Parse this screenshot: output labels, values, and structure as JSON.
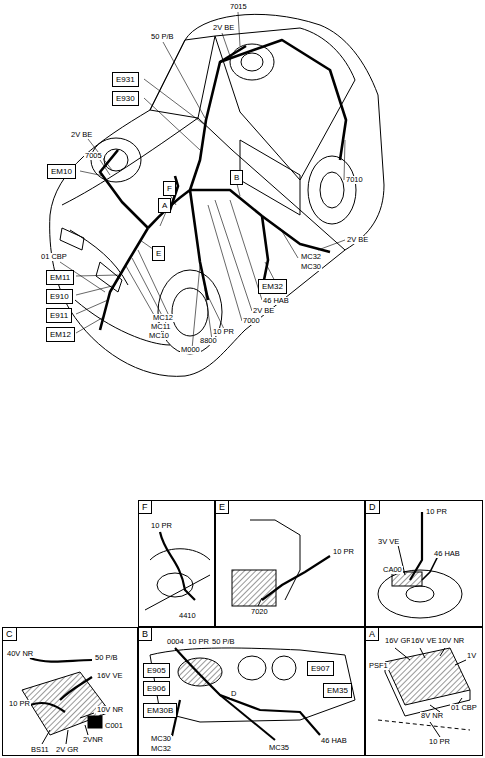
{
  "diagram": {
    "nodes": [
      {
        "text": [
          "E931"
        ]
      },
      {
        "text": [
          "E930"
        ]
      },
      {
        "text": [
          "EM10"
        ]
      },
      {
        "text": [
          "F"
        ]
      },
      {
        "text": [
          "A"
        ]
      },
      {
        "text": [
          "B"
        ]
      },
      {
        "text": [
          "E"
        ]
      },
      {
        "text": [
          "EM11"
        ]
      },
      {
        "text": [
          "E910"
        ]
      },
      {
        "text": [
          "E911"
        ]
      },
      {
        "text": [
          "EM12"
        ]
      },
      {
        "text": [
          "EM32"
        ]
      },
      {
        "text": [
          "F"
        ]
      },
      {
        "text": [
          "E"
        ]
      },
      {
        "text": [
          "D"
        ]
      },
      {
        "text": [
          "C"
        ]
      },
      {
        "text": [
          "B"
        ]
      },
      {
        "text": [
          "E905"
        ],
        "in": 16
      },
      {
        "text": [
          "E906"
        ],
        "in": 16
      },
      {
        "text": [
          "EM30B"
        ],
        "in": 16
      },
      {
        "text": [
          "E907"
        ],
        "in": 16
      },
      {
        "text": [
          "EM35"
        ],
        "in": 16
      },
      {
        "text": [
          "A"
        ]
      }
    ],
    "labels": [
      "7015",
      "2V BE",
      "50 P/B",
      "2V BE",
      "7005",
      "7010",
      "2V BE",
      "MC32",
      "MC30",
      "01 CBP",
      "46 HAB",
      "2V BE",
      "7000",
      "10 PR",
      "8800",
      "M000",
      "MC12",
      "MC11",
      "MC10",
      "10 PR",
      "4410",
      "10 PR",
      "7020",
      "10 PR",
      "3V VE",
      "46 HAB",
      "CA00",
      "40V NR",
      "50 P/B",
      "16V VE",
      "10 PR",
      "10V NR",
      "C001",
      "BS11",
      "2V GR",
      "2VNR",
      "0004",
      "10 PR",
      "50 P/B",
      "D",
      "MC30",
      "MC32",
      "MC35",
      "46 HAB",
      "16V GR",
      "16V VE",
      "10V NR",
      "1V",
      "PSF1",
      "01 CBP",
      "8V NR",
      "10 PR"
    ]
  }
}
